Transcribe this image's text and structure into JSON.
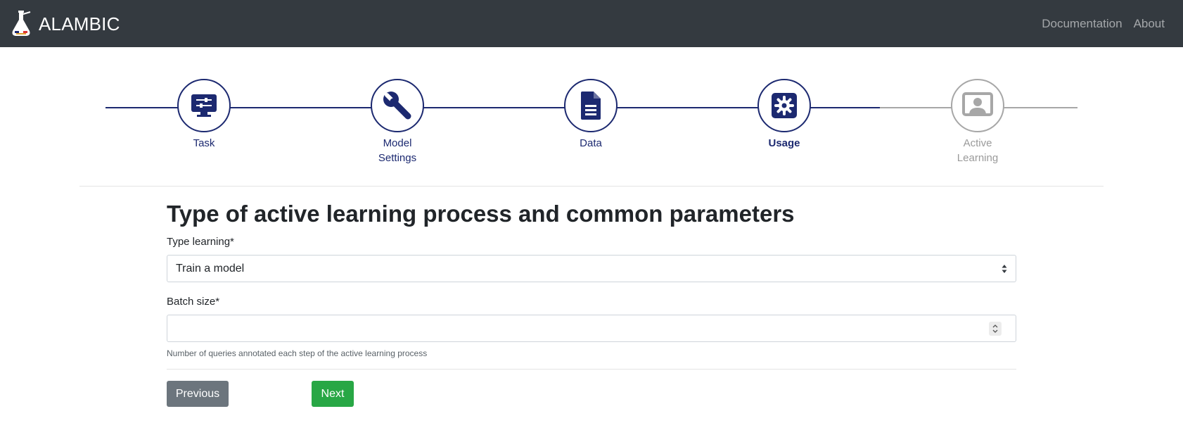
{
  "navbar": {
    "brand": "ALAMBIC",
    "links": [
      "Documentation",
      "About"
    ]
  },
  "stepper": {
    "steps": [
      {
        "label": "Task",
        "icon": "monitor-settings-icon",
        "state": "done"
      },
      {
        "label": "Model\nSettings",
        "icon": "wrench-icon",
        "state": "done"
      },
      {
        "label": "Data",
        "icon": "file-icon",
        "state": "done"
      },
      {
        "label": "Usage",
        "icon": "gear-icon",
        "state": "active"
      },
      {
        "label": "Active\nLearning",
        "icon": "user-screen-icon",
        "state": "inactive"
      }
    ]
  },
  "form": {
    "title": "Type of active learning process and common parameters",
    "type_learning_label": "Type learning*",
    "type_learning_value": "Train a model",
    "batch_size_label": "Batch size*",
    "batch_size_value": "",
    "batch_size_help": "Number of queries annotated each step of the active learning process",
    "previous_label": "Previous",
    "next_label": "Next"
  },
  "colors": {
    "navbar": "#343a40",
    "accent": "#1c2970",
    "inactive": "#a7a7a7",
    "previous_button": "#6c757d",
    "next_button": "#28a745"
  }
}
